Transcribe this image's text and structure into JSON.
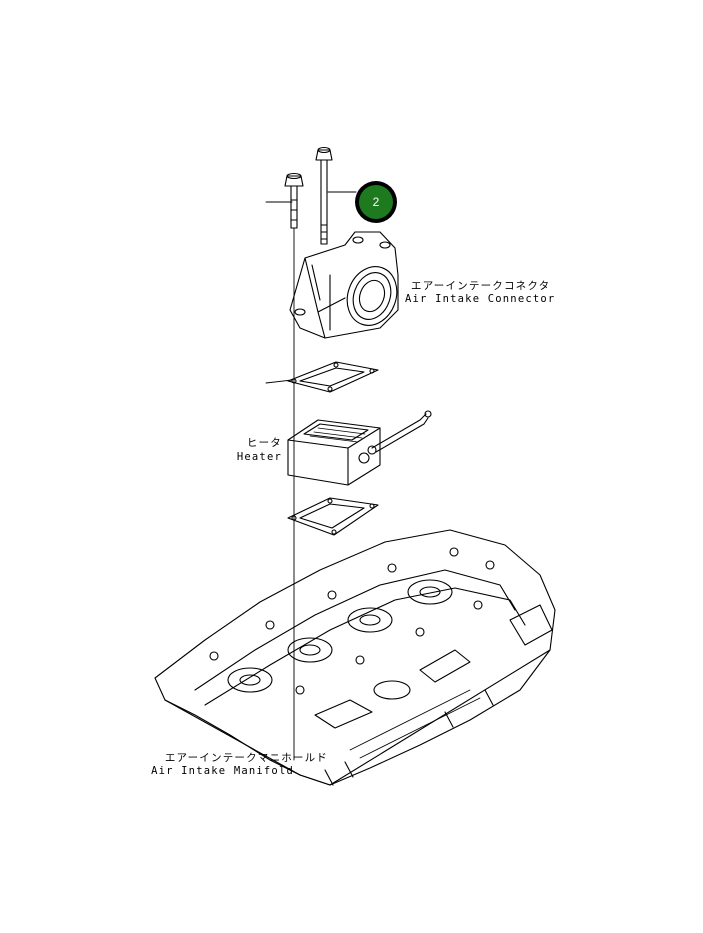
{
  "callout": {
    "number": "2",
    "color": "#1e7a1e"
  },
  "labels": {
    "connector_jp": "エアーインテークコネクタ",
    "connector_en": "Air Intake Connector",
    "heater_jp": "ヒータ",
    "heater_en": "Heater",
    "manifold_jp": "エアーインテークマニホールド",
    "manifold_en": "Air Intake Manifold"
  }
}
